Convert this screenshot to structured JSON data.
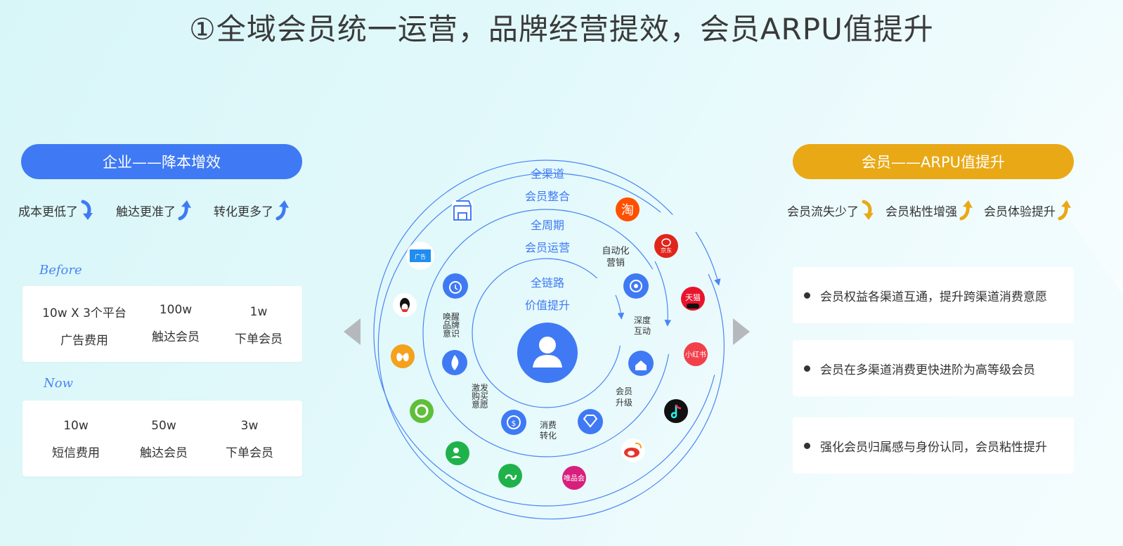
{
  "title": "①全域会员统一运营，品牌经营提效，会员ARPU值提升",
  "left": {
    "header": "企业——降本增效",
    "kpis": [
      {
        "label": "成本更低了",
        "trend": "down"
      },
      {
        "label": "触达更准了",
        "trend": "up"
      },
      {
        "label": "转化更多了",
        "trend": "up"
      }
    ],
    "before": {
      "label": "Before",
      "stats": [
        {
          "value": "10w X 3个平台",
          "label": "广告费用"
        },
        {
          "value": "100w",
          "label": "触达会员"
        },
        {
          "value": "1w",
          "label": "下单会员"
        }
      ]
    },
    "now": {
      "label": "Now",
      "stats": [
        {
          "value": "10w",
          "label": "短信费用"
        },
        {
          "value": "50w",
          "label": "触达会员"
        },
        {
          "value": "3w",
          "label": "下单会员"
        }
      ]
    }
  },
  "right": {
    "header": "会员——ARPU值提升",
    "kpis": [
      {
        "label": "会员流失少了",
        "trend": "down"
      },
      {
        "label": "会员粘性增强",
        "trend": "up"
      },
      {
        "label": "会员体验提升",
        "trend": "up"
      }
    ],
    "benefits": [
      "会员权益各渠道互通，提升跨渠道消费意愿",
      "会员在多渠道消费更快进阶为高等级会员",
      "强化会员归属感与身份认同，会员粘性提升"
    ]
  },
  "diagram": {
    "outer_label_1": "全渠道",
    "outer_label_2": "会员整合",
    "middle_label_1": "全周期",
    "middle_label_2": "会员运营",
    "inner_label_1": "全链路",
    "inner_label_2": "价值提升",
    "stages": {
      "auto_marketing": "自动化\n营销",
      "deep_interaction": "深度\n互动",
      "member_upgrade": "会员\n升级",
      "consume_convert": "消费\n转化",
      "purchase_intent": "激发\n购买\n意愿",
      "brand_awareness": "唤醒\n品牌\n意识"
    },
    "channel_text": {
      "taobao": "淘",
      "jd": "京东",
      "tmall": "天猫",
      "xiaohongshu": "小红书",
      "vip": "唯品会",
      "ad": "广告"
    },
    "colors": {
      "blue": "#3f7af4",
      "orange": "#e9a916",
      "ring": "#4a85f5"
    }
  }
}
